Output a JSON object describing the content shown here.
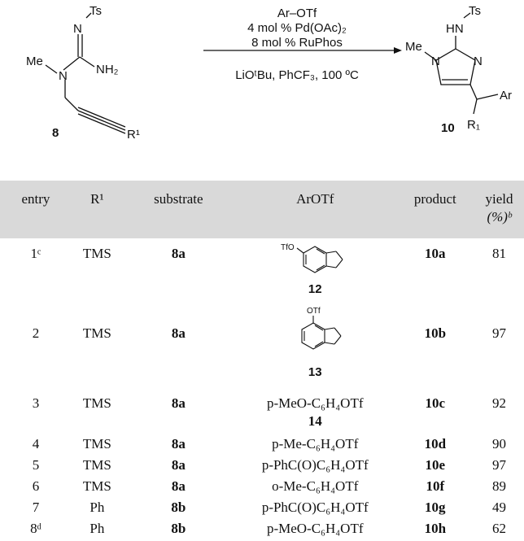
{
  "scheme": {
    "reactant_label": "8",
    "product_label": "10",
    "reactant_atoms": {
      "ts": "Ts",
      "n_imine": "N",
      "me": "Me",
      "n_amine": "N",
      "nh2": "NH₂",
      "r": "R¹"
    },
    "product_atoms": {
      "hn": "HN",
      "ts": "Ts",
      "me": "Me",
      "n1": "N",
      "n3": "N",
      "ar": "Ar",
      "r": "R₁"
    },
    "conditions_above": [
      "Ar–OTf",
      "4 mol % Pd(OAc)₂",
      "8 mol % RuPhos"
    ],
    "conditions_below": "LiOᵗBu, PhCF₃, 100 ºC"
  },
  "table": {
    "headers": {
      "entry": "entry",
      "r1": "R¹",
      "substrate": "substrate",
      "arotf": "ArOTf",
      "product": "product",
      "yield": "yield",
      "yield_unit": "(%)ᵇ"
    },
    "rows": [
      {
        "entry": "1ᶜ",
        "r1": "TMS",
        "substrate": "8a",
        "arotf": "",
        "compound": "12",
        "product": "10a",
        "yield": "81"
      },
      {
        "entry": "2",
        "r1": "TMS",
        "substrate": "8a",
        "arotf": "",
        "compound": "13",
        "product": "10b",
        "yield": "97"
      },
      {
        "entry": "3",
        "r1": "TMS",
        "substrate": "8a",
        "arotf": "p-MeO-C₆H₄OTf",
        "compound": "14",
        "product": "10c",
        "yield": "92"
      },
      {
        "entry": "4",
        "r1": "TMS",
        "substrate": "8a",
        "arotf": "p-Me-C₆H₄OTf",
        "compound": "",
        "product": "10d",
        "yield": "90"
      },
      {
        "entry": "5",
        "r1": "TMS",
        "substrate": "8a",
        "arotf": "p-PhC(O)C₆H₄OTf",
        "compound": "",
        "product": "10e",
        "yield": "97"
      },
      {
        "entry": "6",
        "r1": "TMS",
        "substrate": "8a",
        "arotf": "o-Me-C₆H₄OTf",
        "compound": "",
        "product": "10f",
        "yield": "89"
      },
      {
        "entry": "7",
        "r1": "Ph",
        "substrate": "8b",
        "arotf": "p-PhC(O)C₆H₄OTf",
        "compound": "",
        "product": "10g",
        "yield": "49"
      },
      {
        "entry": "8ᵈ",
        "r1": "Ph",
        "substrate": "8b",
        "arotf": "p-MeO-C₆H₄OTf",
        "compound": "",
        "product": "10h",
        "yield": "62"
      }
    ],
    "structure_labels": {
      "tfo": "TfO",
      "otf": "OTf"
    }
  }
}
